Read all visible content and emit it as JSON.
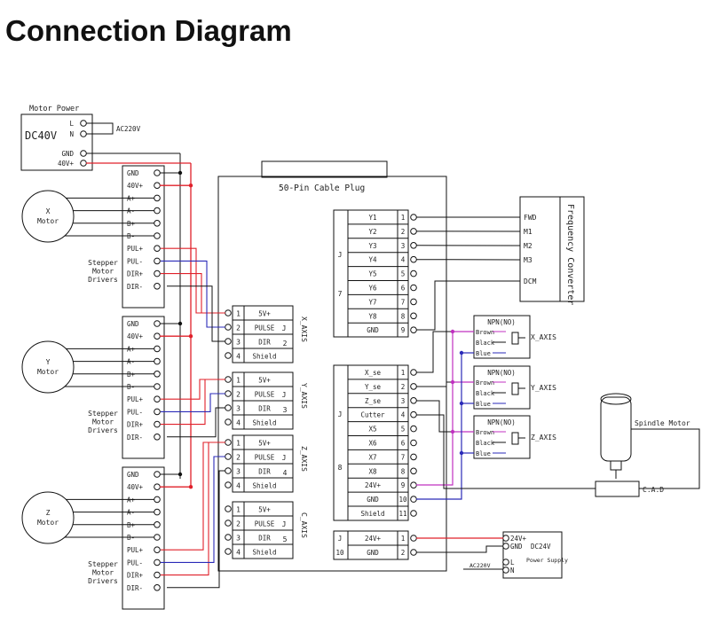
{
  "title": "Connection Diagram",
  "power_supply": {
    "label": "Motor Power",
    "voltage": "DC40V",
    "terminals": [
      "L",
      "N",
      "GND",
      "40V+"
    ],
    "ac_label": "AC220V"
  },
  "drivers": [
    {
      "motor": [
        "X",
        "Motor"
      ]
    },
    {
      "motor": [
        "Y",
        "Motor"
      ]
    },
    {
      "motor": [
        "Z",
        "Motor"
      ]
    }
  ],
  "driver_label": [
    "Stepper",
    "Motor",
    "Drivers"
  ],
  "driver_terminals": [
    "GND",
    "40V+",
    "A+",
    "A-",
    "B+",
    "B-",
    "PUL+",
    "PUL-",
    "DIR+",
    "DIR-"
  ],
  "board": {
    "title": "50-Pin Cable Plug"
  },
  "axis_blocks": [
    {
      "name": "X_AXIS",
      "jlabel": "J",
      "num": "2"
    },
    {
      "name": "Y_AXIS",
      "jlabel": "J",
      "num": "3"
    },
    {
      "name": "Z_AXIS",
      "jlabel": "J",
      "num": "4"
    },
    {
      "name": "C_AXIS",
      "jlabel": "J",
      "num": "5"
    }
  ],
  "axis_pins": [
    {
      "num": "1",
      "label": "5V+"
    },
    {
      "num": "2",
      "label": "PULSE"
    },
    {
      "num": "3",
      "label": "DIR"
    },
    {
      "num": "4",
      "label": "Shield"
    }
  ],
  "j7": {
    "jlabel": "J",
    "num": "7",
    "pins": [
      {
        "num": "1",
        "label": "Y1"
      },
      {
        "num": "2",
        "label": "Y2"
      },
      {
        "num": "3",
        "label": "Y3"
      },
      {
        "num": "4",
        "label": "Y4"
      },
      {
        "num": "5",
        "label": "Y5"
      },
      {
        "num": "6",
        "label": "Y6"
      },
      {
        "num": "7",
        "label": "Y7"
      },
      {
        "num": "8",
        "label": "Y8"
      },
      {
        "num": "9",
        "label": "GND"
      }
    ]
  },
  "j8": {
    "jlabel": "J",
    "num": "8",
    "pins": [
      {
        "num": "1",
        "label": "X_se"
      },
      {
        "num": "2",
        "label": "Y_se"
      },
      {
        "num": "3",
        "label": "Z_se"
      },
      {
        "num": "4",
        "label": "Cutter"
      },
      {
        "num": "5",
        "label": "X5"
      },
      {
        "num": "6",
        "label": "X6"
      },
      {
        "num": "7",
        "label": "X7"
      },
      {
        "num": "8",
        "label": "X8"
      },
      {
        "num": "9",
        "label": "24V+"
      },
      {
        "num": "10",
        "label": "GND"
      },
      {
        "num": "11",
        "label": "Shield"
      }
    ]
  },
  "j10": {
    "jlabel": "J",
    "num": "10",
    "pins": [
      {
        "num": "1",
        "label": "24V+"
      },
      {
        "num": "2",
        "label": "GND"
      }
    ]
  },
  "freq_converter": {
    "label": "Frequency Converter",
    "terminals": [
      "FWD",
      "M1",
      "M2",
      "M3",
      "DCM"
    ]
  },
  "sensors": [
    {
      "type": "NPN(NO)",
      "axis": "X_AXIS"
    },
    {
      "type": "NPN(NO)",
      "axis": "Y_AXIS"
    },
    {
      "type": "NPN(NO)",
      "axis": "Z_AXIS"
    }
  ],
  "sensor_wires": [
    "Brown",
    "Black",
    "Blue"
  ],
  "spindle": {
    "label": "Spindle Motor",
    "cad": "C.A.D"
  },
  "dc24": {
    "terminals": [
      "24V+",
      "GND"
    ],
    "voltage": "DC24V",
    "sub": "Power Supply",
    "ac_terminals": [
      "L",
      "N"
    ],
    "ac_label": "AC220V"
  },
  "colors": {
    "red": "#e0202a",
    "blue": "#2a2ab8",
    "magenta": "#c030c0",
    "black": "#111111"
  }
}
